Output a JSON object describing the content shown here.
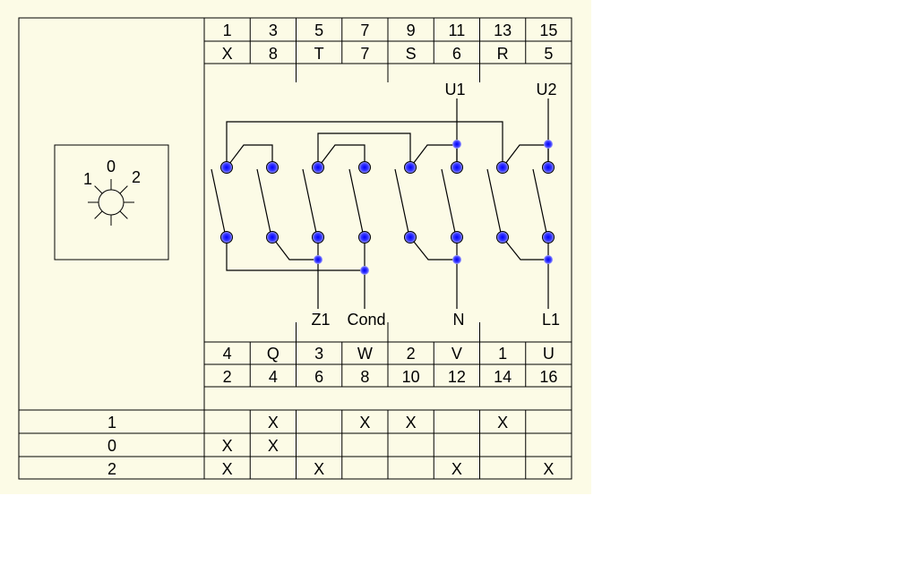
{
  "top_header": {
    "terminals": [
      "1",
      "3",
      "5",
      "7",
      "9",
      "11",
      "13",
      "15"
    ],
    "codes": [
      "X",
      "8",
      "T",
      "7",
      "S",
      "6",
      "R",
      "5"
    ]
  },
  "bottom_header": {
    "codes": [
      "4",
      "Q",
      "3",
      "W",
      "2",
      "V",
      "1",
      "U"
    ],
    "terminals": [
      "2",
      "4",
      "6",
      "8",
      "10",
      "12",
      "14",
      "16"
    ]
  },
  "dial": {
    "positions": [
      "1",
      "0",
      "2"
    ]
  },
  "wire_labels": {
    "u1": "U1",
    "u2": "U2",
    "z1": "Z1",
    "cond": "Cond",
    "n": "N",
    "l1": "L1"
  },
  "switching_table": {
    "rows": [
      {
        "position": "1",
        "marks": [
          "",
          "X",
          "",
          "X",
          "X",
          "",
          "X",
          ""
        ]
      },
      {
        "position": "0",
        "marks": [
          "X",
          "X",
          "",
          "",
          "",
          "",
          "",
          ""
        ]
      },
      {
        "position": "2",
        "marks": [
          "X",
          "",
          "X",
          "",
          "",
          "X",
          "",
          "X"
        ]
      }
    ]
  },
  "colors": {
    "background": "#fcfbe6",
    "line": "#000000",
    "contact": "#2020ff"
  }
}
